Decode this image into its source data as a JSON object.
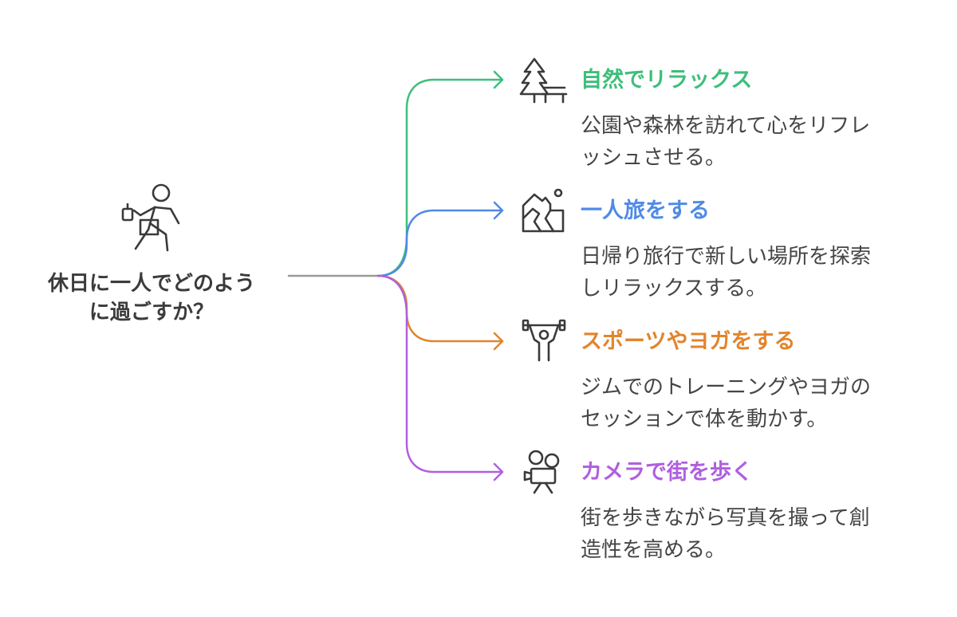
{
  "central": {
    "title_line1": "休日に一人でどのよう",
    "title_line2": "に過ごすか？",
    "icon": "walking-person-icon"
  },
  "colors": {
    "trunk": "#9a9a9a",
    "icon_stroke": "#3a3a3a"
  },
  "branches": [
    {
      "title": "自然でリラックス",
      "desc_line1": "公園や森林を訪れて心をリフレ",
      "desc_line2": "ッシュさせる。",
      "color": "#3dbf7b",
      "icon": "tree-bench-icon"
    },
    {
      "title": "一人旅をする",
      "desc_line1": "日帰り旅行で新しい場所を探索",
      "desc_line2": "しリラックスする。",
      "color": "#4f8ae6",
      "icon": "landscape-icon"
    },
    {
      "title": "スポーツやヨガをする",
      "desc_line1": "ジムでのトレーニングやヨガの",
      "desc_line2": "セッションで体を動かす。",
      "color": "#e2842c",
      "icon": "weightlifter-icon"
    },
    {
      "title": "カメラで街を歩く",
      "desc_line1": "街を歩きながら写真を撮って創",
      "desc_line2": "造性を高める。",
      "color": "#b05fe0",
      "icon": "video-camera-icon"
    }
  ]
}
